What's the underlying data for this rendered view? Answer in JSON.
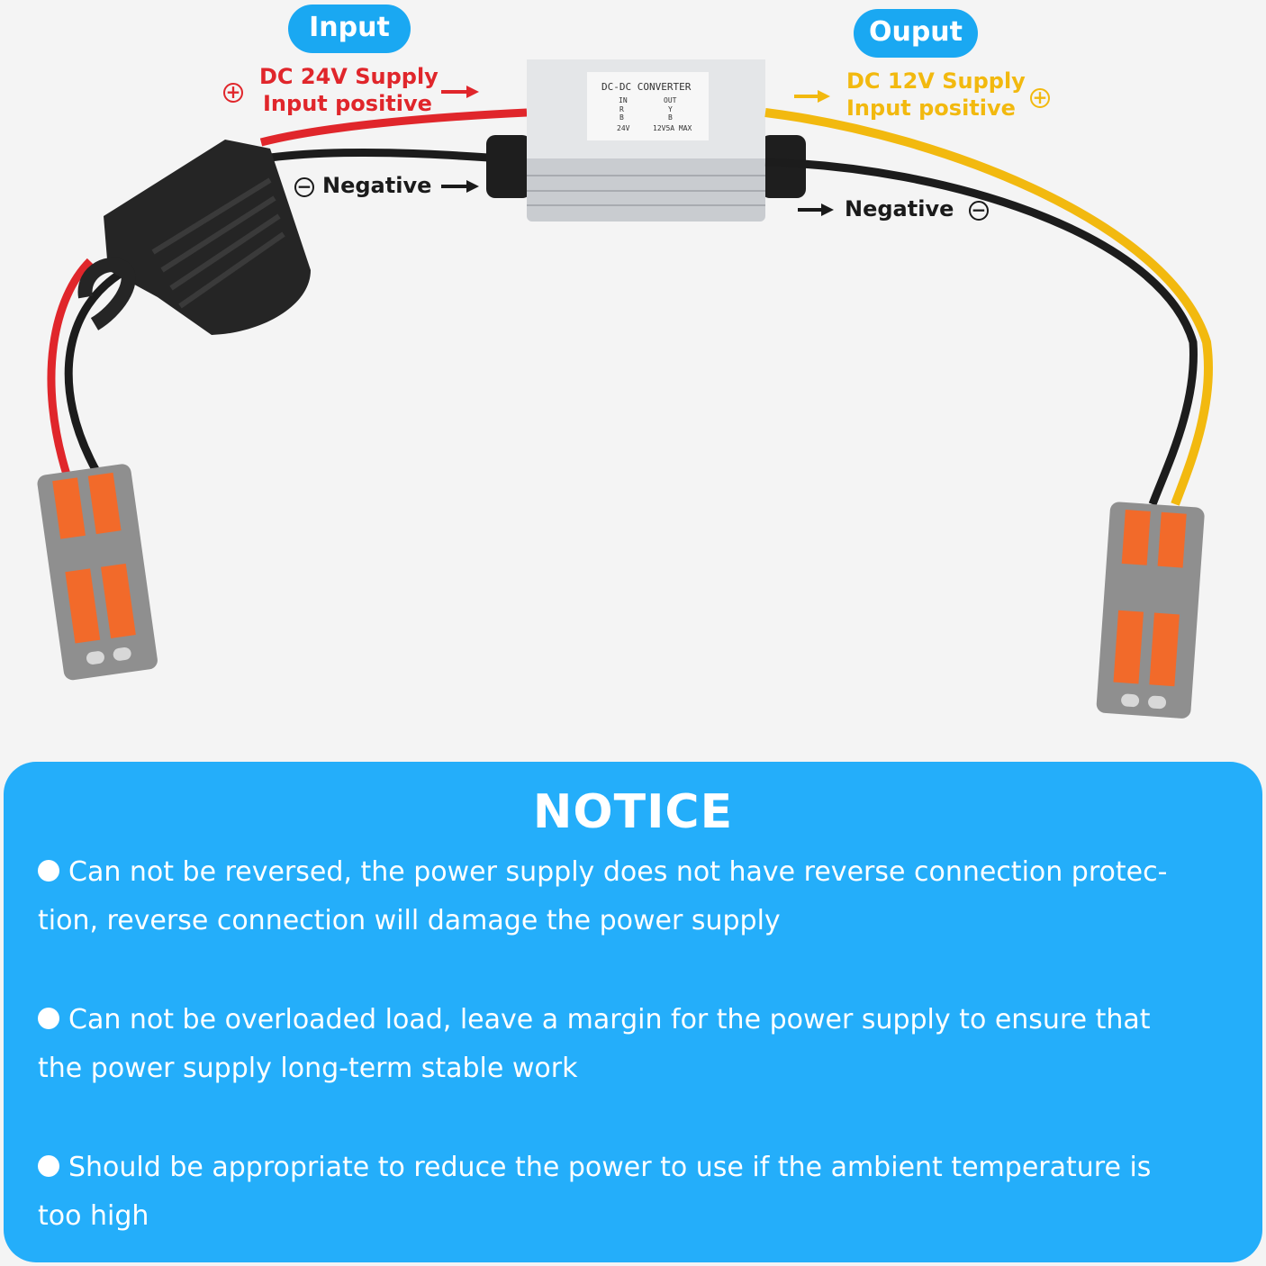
{
  "diagram": {
    "input_pill": "Input",
    "output_pill": "Ouput",
    "input_positive_line1": "DC 24V Supply",
    "input_positive_line2": "Input positive",
    "input_negative": "Negative",
    "output_positive_line1": "DC 12V Supply",
    "output_positive_line2": "Input positive",
    "output_negative": "Negative",
    "converter": {
      "title": "DC-DC CONVERTER",
      "in_label": "IN",
      "out_label": "OUT",
      "in_r": "R",
      "in_b": "B",
      "out_y": "Y",
      "out_b": "B",
      "in_voltage": "24V",
      "out_rating": "12V5A MAX"
    },
    "colors": {
      "red_wire": "#e0262b",
      "yellow_wire": "#f2b90f",
      "black_wire": "#1c1c1c",
      "accent_blue": "#1aa8f2"
    }
  },
  "notice": {
    "title": "NOTICE",
    "items": [
      {
        "line1": "Can not be reversed, the power supply does not have reverse connection protec-",
        "line2": "tion, reverse connection will damage the power supply"
      },
      {
        "line1": "Can not be overloaded load, leave a margin for the power supply to ensure that",
        "line2": "the power supply long-term stable work"
      },
      {
        "line1": "Should be appropriate to reduce the power to use if the ambient temperature is",
        "line2": "too high"
      }
    ]
  }
}
